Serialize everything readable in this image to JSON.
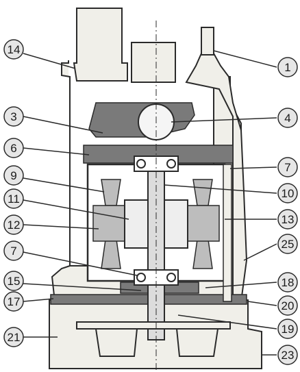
{
  "callouts": [
    {
      "id": "c14",
      "label": "14"
    },
    {
      "id": "c1",
      "label": "1"
    },
    {
      "id": "c3",
      "label": "3"
    },
    {
      "id": "c4",
      "label": "4"
    },
    {
      "id": "c6",
      "label": "6"
    },
    {
      "id": "c7a",
      "label": "7"
    },
    {
      "id": "c9",
      "label": "9"
    },
    {
      "id": "c10",
      "label": "10"
    },
    {
      "id": "c11",
      "label": "11"
    },
    {
      "id": "c13",
      "label": "13"
    },
    {
      "id": "c12",
      "label": "12"
    },
    {
      "id": "c25",
      "label": "25"
    },
    {
      "id": "c7b",
      "label": "7"
    },
    {
      "id": "c18",
      "label": "18"
    },
    {
      "id": "c15",
      "label": "15"
    },
    {
      "id": "c20",
      "label": "20"
    },
    {
      "id": "c17",
      "label": "17"
    },
    {
      "id": "c19",
      "label": "19"
    },
    {
      "id": "c21",
      "label": "21"
    },
    {
      "id": "c23",
      "label": "23"
    }
  ],
  "colors": {
    "body_fill": "#f0efe9",
    "line": "#2a2a2a",
    "cutaway_fill": "#7a7a7a",
    "stator_fill": "#bdbdbd",
    "rotor_fill": "#eeeeee",
    "callout_fill": "#e6e6e6"
  }
}
